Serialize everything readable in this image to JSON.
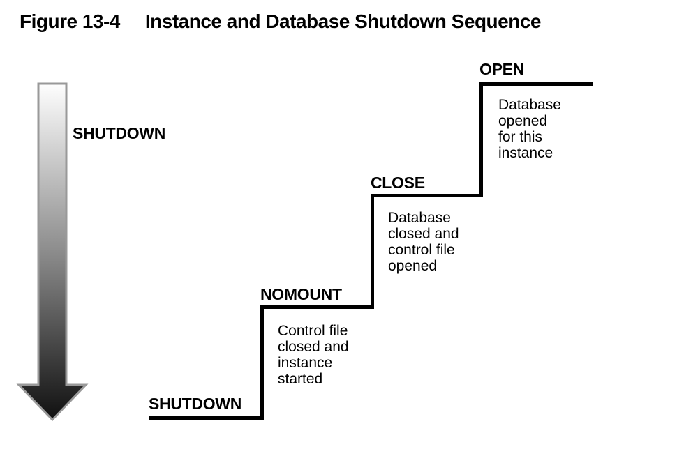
{
  "figure": {
    "label": "Figure 13-4",
    "title": "Instance and Database Shutdown Sequence"
  },
  "arrow": {
    "label": "SHUTDOWN",
    "direction": "down",
    "colors": {
      "gradient_top": "#fefefe",
      "gradient_mid": "#8c8c8c",
      "gradient_bottom": "#101010",
      "outline": "#999999"
    }
  },
  "steps": [
    {
      "id": "open",
      "label": "OPEN",
      "description": "Database\nopened\nfor this\ninstance"
    },
    {
      "id": "close",
      "label": "CLOSE",
      "description": "Database\nclosed and\ncontrol file\nopened"
    },
    {
      "id": "nomount",
      "label": "NOMOUNT",
      "description": "Control file\nclosed and\ninstance\nstarted"
    },
    {
      "id": "shutdown",
      "label": "SHUTDOWN",
      "description": ""
    }
  ],
  "colors": {
    "line": "#000000",
    "text": "#000000",
    "background": "#ffffff"
  }
}
